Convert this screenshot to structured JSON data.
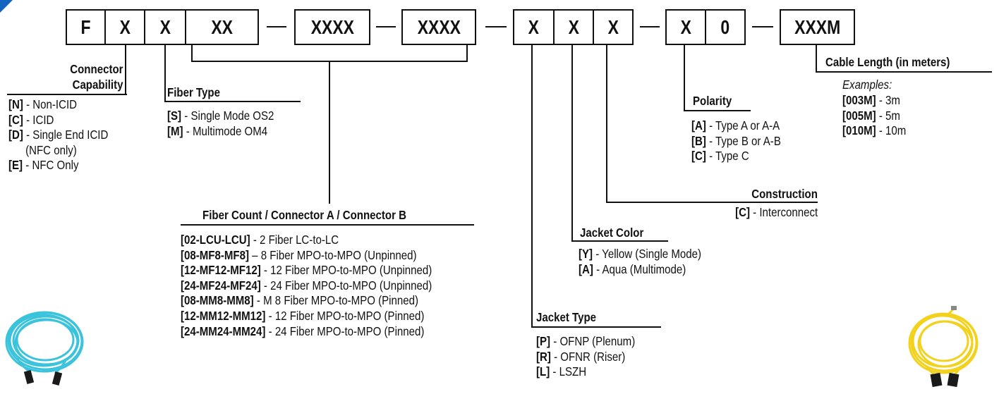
{
  "part_code": {
    "segments": [
      "F",
      "X",
      "X",
      "XX",
      "XXXX",
      "XXXX",
      "X",
      "X",
      "X",
      "X",
      "0",
      "XXXM"
    ]
  },
  "connector_capability": {
    "title_line1": "Connector",
    "title_line2": "Capability",
    "options": [
      {
        "code": "[N]",
        "desc": "- Non-ICID"
      },
      {
        "code": "[C]",
        "desc": "- ICID"
      },
      {
        "code": "[D]",
        "desc": "- Single End ICID",
        "extra": "(NFC only)"
      },
      {
        "code": "[E]",
        "desc": "- NFC Only"
      }
    ]
  },
  "fiber_type": {
    "title": "Fiber Type",
    "options": [
      {
        "code": "[S]",
        "desc": "- Single Mode OS2"
      },
      {
        "code": "[M]",
        "desc": "- Multimode OM4"
      }
    ]
  },
  "fiber_count": {
    "title": "Fiber Count / Connector A / Connector B",
    "options": [
      {
        "code": "[02-LCU-LCU]",
        "desc": "- 2 Fiber LC-to-LC"
      },
      {
        "code": "[08-MF8-MF8]",
        "desc": "– 8 Fiber MPO-to-MPO (Unpinned)"
      },
      {
        "code": "[12-MF12-MF12]",
        "desc": "- 12 Fiber MPO-to-MPO (Unpinned)"
      },
      {
        "code": "[24-MF24-MF24]",
        "desc": "- 24 Fiber MPO-to-MPO (Unpinned)"
      },
      {
        "code": "[08-MM8-MM8]",
        "desc": "- M 8 Fiber MPO-to-MPO (Pinned)"
      },
      {
        "code": "[12-MM12-MM12]",
        "desc": "- 12 Fiber MPO-to-MPO (Pinned)"
      },
      {
        "code": "[24-MM24-MM24]",
        "desc": "- 24 Fiber MPO-to-MPO (Pinned)"
      }
    ]
  },
  "jacket_type": {
    "title": "Jacket Type",
    "options": [
      {
        "code": "[P]",
        "desc": "- OFNP (Plenum)"
      },
      {
        "code": "[R]",
        "desc": "- OFNR (Riser)"
      },
      {
        "code": "[L]",
        "desc": "- LSZH"
      }
    ]
  },
  "jacket_color": {
    "title": "Jacket Color",
    "options": [
      {
        "code": "[Y]",
        "desc": "- Yellow (Single Mode)"
      },
      {
        "code": "[A]",
        "desc": "- Aqua (Multimode)"
      }
    ]
  },
  "construction": {
    "title": "Construction",
    "options": [
      {
        "code": "[C]",
        "desc": "- Interconnect"
      }
    ]
  },
  "polarity": {
    "title": "Polarity",
    "options": [
      {
        "code": "[A]",
        "desc": "- Type A or A-A"
      },
      {
        "code": "[B]",
        "desc": "- Type B or A-B"
      },
      {
        "code": "[C]",
        "desc": "- Type C"
      }
    ]
  },
  "cable_length": {
    "title": "Cable Length (in meters)",
    "examples_label": "Examples:",
    "options": [
      {
        "code": "[003M]",
        "desc": "- 3m"
      },
      {
        "code": "[005M]",
        "desc": "- 5m"
      },
      {
        "code": "[010M]",
        "desc": "- 10m"
      }
    ]
  },
  "colors": {
    "corner_accent": "#1565c0",
    "aqua_cable": "#3cc3dc",
    "yellow_cable": "#f2d21c",
    "connector_black": "#1a1a1a"
  }
}
